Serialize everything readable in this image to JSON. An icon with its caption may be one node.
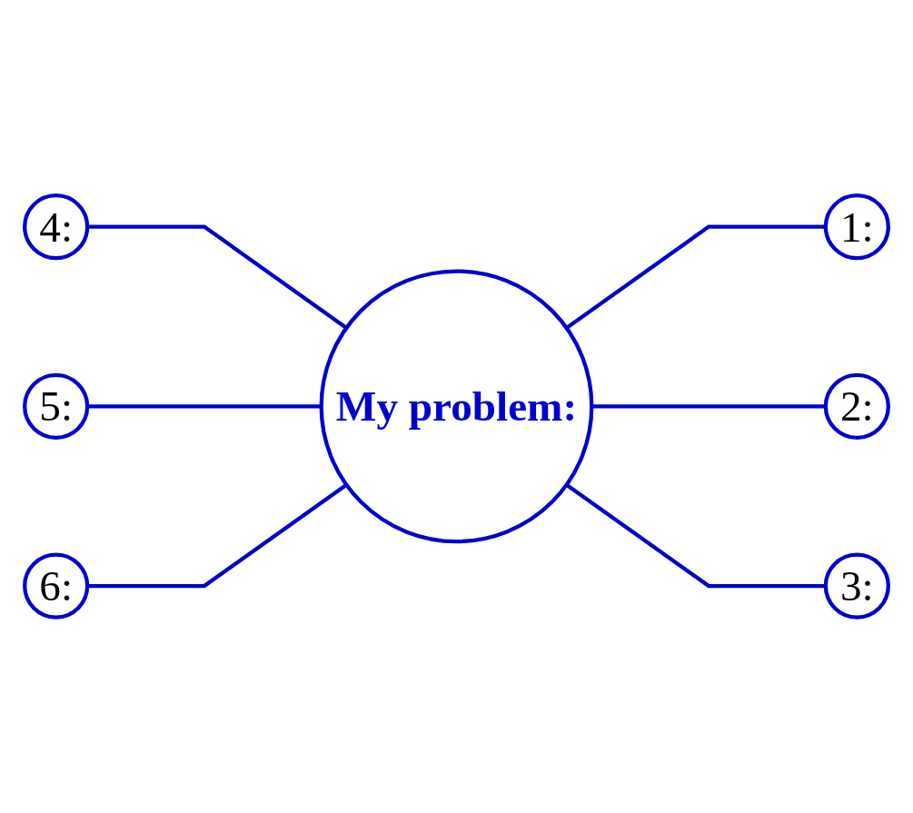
{
  "diagram": {
    "nodes": [
      {
        "text": [
          "My problem:"
        ]
      },
      {
        "text": [
          "1:"
        ]
      },
      {
        "text": [
          "2:"
        ]
      },
      {
        "text": [
          "3:"
        ]
      },
      {
        "text": [
          "4:"
        ]
      },
      {
        "text": [
          "5:"
        ]
      },
      {
        "text": [
          "6:"
        ]
      }
    ],
    "edges": [
      {
        "from": 0,
        "to": 1,
        "arrow": "none"
      },
      {
        "from": 0,
        "to": 2,
        "arrow": "none"
      },
      {
        "from": 0,
        "to": 3,
        "arrow": "none"
      },
      {
        "from": 4,
        "to": 0,
        "arrow": "none"
      },
      {
        "from": 5,
        "to": 0,
        "arrow": "none"
      },
      {
        "from": 6,
        "to": 0,
        "arrow": "none"
      }
    ]
  }
}
